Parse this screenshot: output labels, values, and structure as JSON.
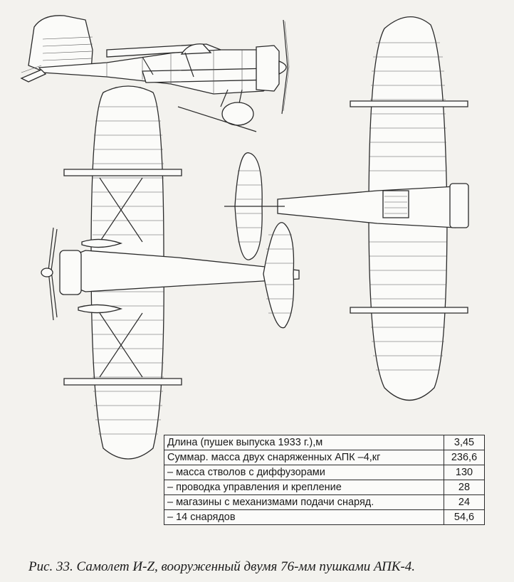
{
  "figure": {
    "subject": "И-Z aircraft armed with two 76-mm APK-4 recoilless guns",
    "views": [
      "side-view",
      "top-view",
      "bottom-view"
    ]
  },
  "spec_table": {
    "rows": [
      {
        "label": "Длина (пушек выпуска 1933 г.),м",
        "value": "3,45"
      },
      {
        "label": "Суммар. масса двух снаряженных АПК –4,кг",
        "value": "236,6"
      },
      {
        "label": "– масса стволов с диффузорами",
        "value": "130"
      },
      {
        "label": "– проводка управления и крепление",
        "value": "28"
      },
      {
        "label": "– магазины с механизмами подачи снаряд.",
        "value": "24"
      },
      {
        "label": "– 14 снарядов",
        "value": "54,6"
      }
    ]
  },
  "caption": "Рис. 33. Самолет И-Z, вооруженный двумя 76-мм пушками АПК-4."
}
